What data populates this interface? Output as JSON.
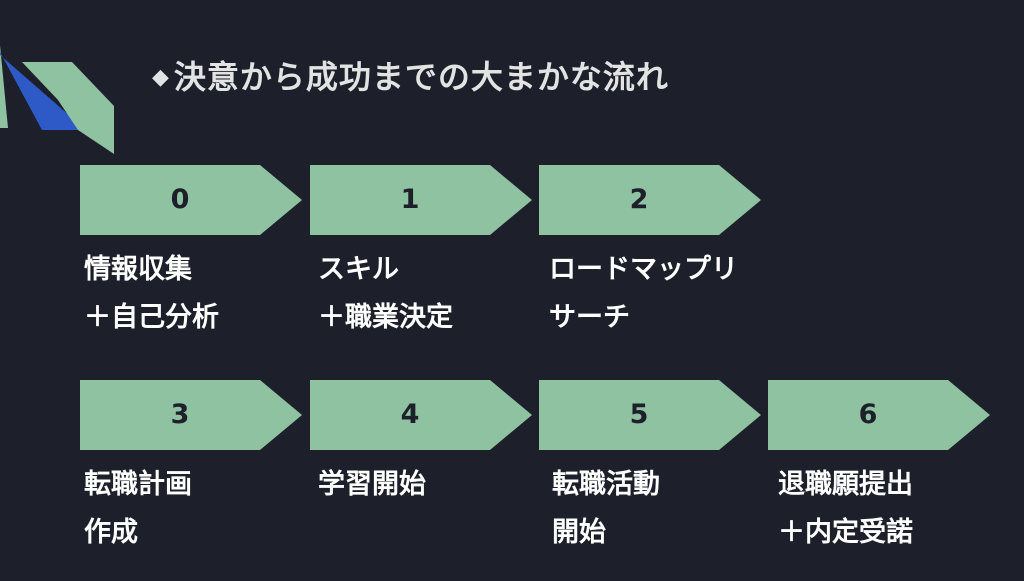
{
  "title": "決意から成功までの大まかな流れ",
  "title_bullet": "◆",
  "colors": {
    "background": "#1d202a",
    "arrow": "#8fc2a1",
    "arrow_text": "#1d202a",
    "label_text": "#ffffff",
    "accent_blue": "#2e5ac8",
    "accent_green": "#8fc2a1"
  },
  "steps": [
    {
      "number": "0",
      "lines": [
        "情報収集",
        "＋自己分析"
      ]
    },
    {
      "number": "1",
      "lines": [
        "スキル",
        "＋職業決定"
      ]
    },
    {
      "number": "2",
      "lines": [
        "ロードマップリ",
        "サーチ"
      ]
    },
    {
      "number": "3",
      "lines": [
        "転職計画",
        "作成"
      ]
    },
    {
      "number": "4",
      "lines": [
        "学習開始",
        ""
      ]
    },
    {
      "number": "5",
      "lines": [
        "転職活動",
        "開始"
      ]
    },
    {
      "number": "6",
      "lines": [
        "退職願提出",
        "＋内定受諾"
      ]
    }
  ]
}
